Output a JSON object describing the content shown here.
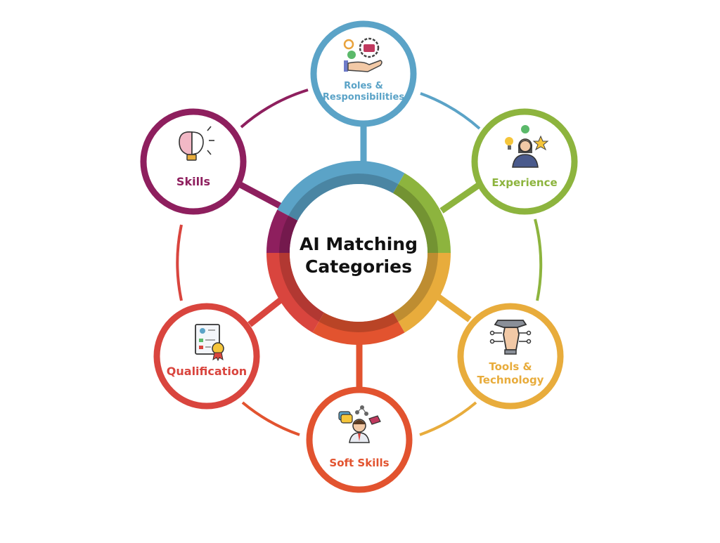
{
  "center": {
    "title_line1": "AI Matching",
    "title_line2": "Categories"
  },
  "categories": [
    {
      "id": "roles",
      "label_line1": "Roles &",
      "label_line2": "Responsibilities",
      "color": "#5BA3C7",
      "icon": "hand-gear-briefcase-icon"
    },
    {
      "id": "experience",
      "label_line1": "Experience",
      "label_line2": "",
      "color": "#8DB43E",
      "icon": "person-idea-star-icon"
    },
    {
      "id": "tools",
      "label_line1": "Tools &",
      "label_line2": "Technology",
      "color": "#E8AC3C",
      "icon": "wrench-fist-circuit-icon"
    },
    {
      "id": "soft-skills",
      "label_line1": "Soft Skills",
      "label_line2": "",
      "color": "#E2532F",
      "icon": "person-chat-network-icon"
    },
    {
      "id": "qualification",
      "label_line1": "Qualification",
      "label_line2": "",
      "color": "#D9453E",
      "icon": "certificate-badge-icon"
    },
    {
      "id": "skills",
      "label_line1": "Skills",
      "label_line2": "",
      "color": "#8E1F5E",
      "icon": "brain-bulb-icon"
    }
  ]
}
